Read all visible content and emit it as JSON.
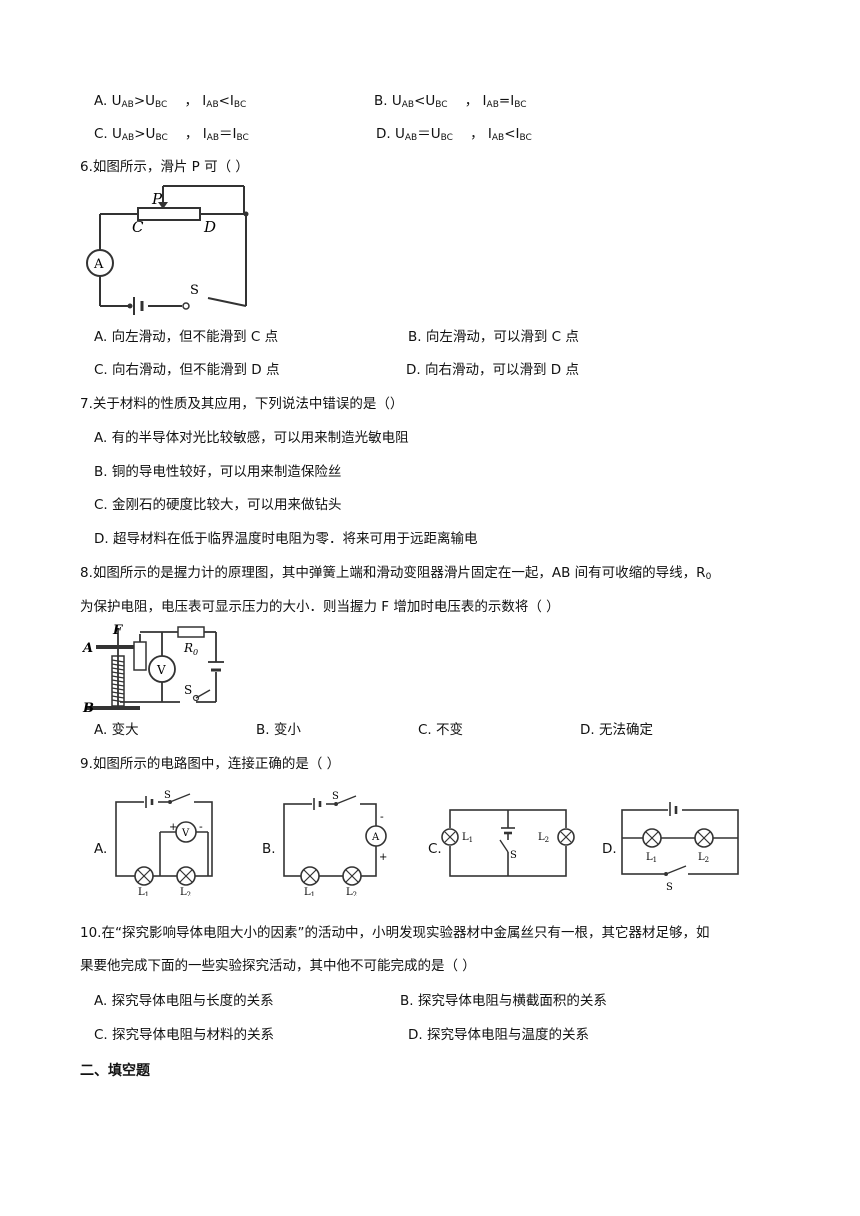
{
  "q5": {
    "a_prefix": "A. U",
    "b_prefix": "B. U",
    "c_prefix": "C. U",
    "d_prefix": "D. U",
    "sub_ab": "AB",
    "sub_bc": "BC",
    "op_gt": ">U",
    "op_lt": "<U",
    "op_eq": "＝U",
    "i_prefix": "，    I",
    "i_lt": "<I",
    "i_eq_plain": "=I",
    "i_eq_full": "＝I"
  },
  "q6": {
    "stem": "6.如图所示，滑片 P 可（     ）",
    "fig_labels": {
      "p": "P",
      "c": "C",
      "d": "D",
      "a": "A",
      "s": "S"
    },
    "options": [
      "A. 向左滑动，但不能滑到 C 点",
      "B. 向左滑动，可以滑到 C 点",
      "C. 向右滑动，但不能滑到 D 点",
      "D. 向右滑动，可以滑到 D 点"
    ]
  },
  "q7": {
    "stem": "7.关于材料的性质及其应用，下列说法中错误的是（）",
    "options": [
      "A. 有的半导体对光比较敏感，可以用来制造光敏电阻",
      "B. 铜的导电性较好，可以用来制造保险丝",
      "C. 金刚石的硬度比较大，可以用来做钻头",
      "D. 超导材料在低于临界温度时电阻为零．将来可用于远距离输电"
    ]
  },
  "q8": {
    "stem_line1_a": "8.如图所示的是握力计的原理图，其中弹簧上端和滑动变阻器滑片固定在一起，AB 间有可收缩的导线，R",
    "stem_line1_sub": "0",
    "stem_line2": "为保护电阻，电压表可显示压力的大小．则当握力 F 增加时电压表的示数将（     ）",
    "fig_labels": {
      "f": "F",
      "a": "A",
      "b": "B",
      "r": "R",
      "r_sub": "0",
      "v": "V",
      "s": "S"
    },
    "options": [
      "A. 变大",
      "B. 变小",
      "C. 不变",
      "D. 无法确定"
    ]
  },
  "q9": {
    "stem": "9.如图所示的电路图中，连接正确的是（     ）",
    "labels": [
      "A.",
      "B.",
      "C.",
      "D."
    ],
    "fig": {
      "s": "S",
      "v": "V",
      "a": "A",
      "l": "L",
      "one": "1",
      "two": "2",
      "plus": "+",
      "minus": "-"
    }
  },
  "q10": {
    "stem_line1": "10.在“探究影响导体电阻大小的因素”的活动中，小明发现实验器材中金属丝只有一根，其它器材足够，如",
    "stem_line2": "果要他完成下面的一些实验探究活动，其中他不可能完成的是（       ）",
    "options": [
      "A. 探究导体电阻与长度的关系",
      "B. 探究导体电阻与横截面积的关系",
      "C. 探究导体电阻与材料的关系",
      "D. 探究导体电阻与温度的关系"
    ]
  },
  "section": {
    "title": "二、填空题"
  }
}
